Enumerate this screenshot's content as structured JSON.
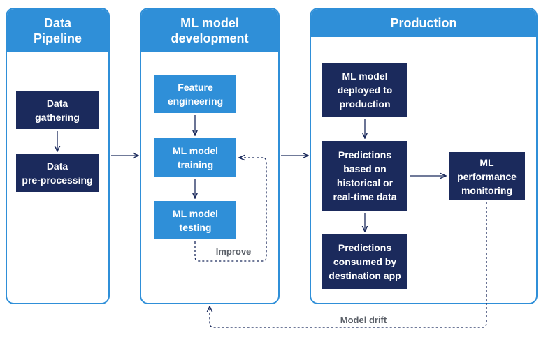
{
  "panels": {
    "pipeline": {
      "title": "Data\nPipeline"
    },
    "development": {
      "title": "ML model\ndevelopment"
    },
    "production": {
      "title": "Production"
    }
  },
  "steps": {
    "data_gathering": "Data\ngathering",
    "data_preprocessing": "Data\npre-processing",
    "feature_engineering": "Feature\nengineering",
    "ml_model_training": "ML model\ntraining",
    "ml_model_testing": "ML model\ntesting",
    "deployed": "ML model\ndeployed to\nproduction",
    "predictions": "Predictions\nbased on\nhistorical or\nreal-time data",
    "consumed": "Predictions\nconsumed by\ndestination app",
    "monitoring": "ML\nperformance\nmonitoring"
  },
  "labels": {
    "improve": "Improve",
    "model_drift": "Model drift"
  },
  "colors": {
    "panel_blue": "#2f8fd8",
    "dark_box": "#1b2a5c",
    "connector": "#1b2a5c",
    "label_gray": "#5b6068"
  }
}
